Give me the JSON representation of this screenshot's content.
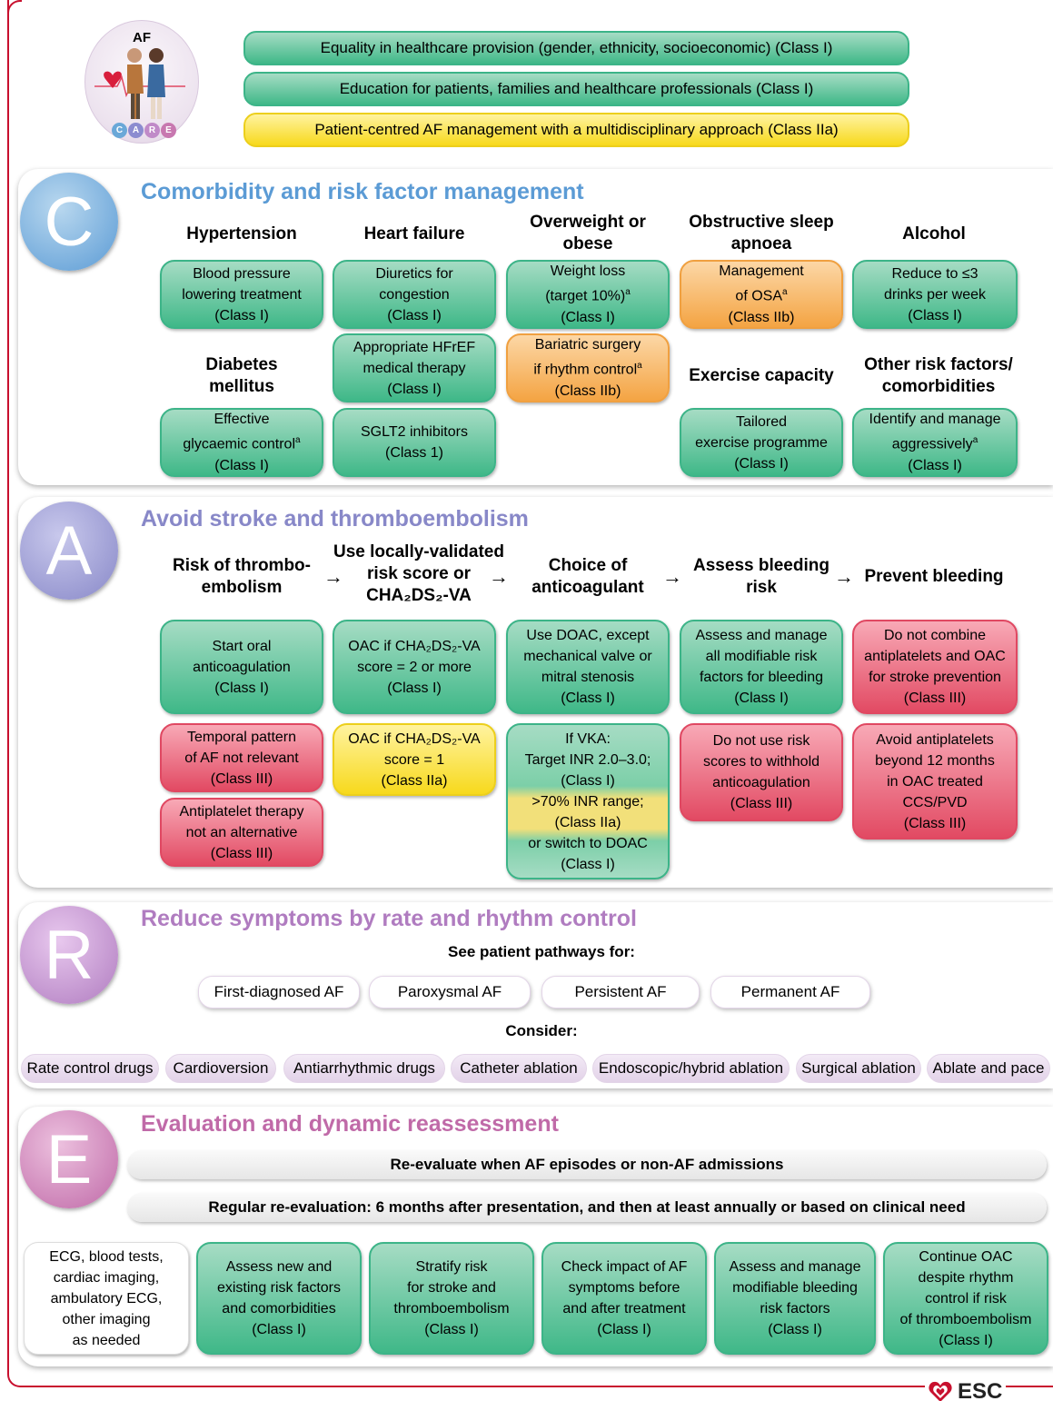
{
  "logo": {
    "label": "AF",
    "care_letters": [
      "C",
      "A",
      "R",
      "E"
    ]
  },
  "principles": [
    {
      "text": "Equality in healthcare provision (gender, ethnicity, socioeconomic) (Class I)",
      "color": "green"
    },
    {
      "text": "Education for patients, families and healthcare professionals (Class I)",
      "color": "green"
    },
    {
      "text": "Patient-centred AF management with a multidisciplinary approach (Class IIa)",
      "color": "yellow"
    }
  ],
  "colors": {
    "green": "#3cb488",
    "yellow": "#f7d91c",
    "orange": "#f4a443",
    "red": "#e24a63",
    "frame": "#c8102e",
    "c_title": "#5b9bd5",
    "a_title": "#8888c8",
    "r_title": "#b07cc0",
    "e_title": "#c06aa8"
  },
  "sections": {
    "c": {
      "letter": "C",
      "title": "Comorbidity and risk factor management",
      "heads": [
        "Hypertension",
        "Heart failure",
        "Overweight or obese",
        "Obstructive sleep apnoea",
        "Alcohol",
        "Diabetes mellitus",
        "Exercise capacity",
        "Other risk factors/ comorbidities"
      ],
      "boxes": [
        {
          "l1": "Blood pressure",
          "l2": "lowering treatment",
          "l3": "(Class I)"
        },
        {
          "l1": "Diuretics for",
          "l2": "congestion",
          "l3": "(Class I)"
        },
        {
          "l1": "Weight loss",
          "l2": "(target 10%)",
          "sup": "a",
          "l3": "(Class I)"
        },
        {
          "l1": "Management",
          "l2": "of OSA",
          "sup": "a",
          "l3": "(Class IIb)"
        },
        {
          "l1": "Reduce to ≤3",
          "l2": "drinks per week",
          "l3": "(Class I)"
        },
        {
          "l1": "Appropriate HFrEF",
          "l2": "medical therapy",
          "l3": "(Class I)"
        },
        {
          "l1": "Bariatric surgery",
          "l2": "if rhythm control",
          "sup": "a",
          "l3": "(Class IIb)"
        },
        {
          "l1": "Effective",
          "l2": "glycaemic control",
          "sup": "a",
          "l3": "(Class I)"
        },
        {
          "l1": "SGLT2 inhibitors",
          "l2": "(Class 1)"
        },
        {
          "l1": "Tailored",
          "l2": "exercise programme",
          "l3": "(Class I)"
        },
        {
          "l1": "Identify and manage",
          "l2": "aggressively",
          "sup": "a",
          "l3": "(Class I)"
        }
      ]
    },
    "a": {
      "letter": "A",
      "title": "Avoid stroke and thromboembolism",
      "heads": [
        "Risk of thrombo- embolism",
        "Use locally-validated risk score or CHA₂DS₂-VA",
        "Choice of anticoagulant",
        "Assess bleeding risk",
        "Prevent bleeding"
      ],
      "arrow": "→",
      "boxes": [
        {
          "l1": "Start oral",
          "l2": "anticoagulation",
          "l3": "(Class I)"
        },
        {
          "l1": "OAC if CHA₂DS₂-VA",
          "l2": "score = 2 or more",
          "l3": "(Class I)"
        },
        {
          "l1": "Use DOAC, except",
          "l2": "mechanical valve or",
          "l3": "mitral stenosis",
          "l4": "(Class I)"
        },
        {
          "l1": "Assess and manage",
          "l2": "all modifiable risk",
          "l3": "factors for bleeding",
          "l4": "(Class I)"
        },
        {
          "l1": "Do not combine",
          "l2": "antiplatelets and OAC",
          "l3": "for stroke prevention",
          "l4": "(Class III)"
        },
        {
          "l1": "Temporal pattern",
          "l2": "of AF not relevant",
          "l3": "(Class III)"
        },
        {
          "l1": "OAC if CHA₂DS₂-VA",
          "l2": "score = 1",
          "l3": "(Class IIa)"
        },
        {
          "l1": "If VKA:",
          "l2": "Target INR 2.0–3.0;",
          "l3": "(Class I)",
          "l4": ">70% INR range;",
          "l5": "(Class IIa)",
          "l6": "or switch to DOAC",
          "l7": "(Class I)"
        },
        {
          "l1": "Do not use risk",
          "l2": "scores to withhold",
          "l3": "anticoagulation",
          "l4": "(Class III)"
        },
        {
          "l1": "Avoid antiplatelets",
          "l2": "beyond 12 months",
          "l3": "in OAC treated",
          "l4": "CCS/PVD",
          "l5": "(Class III)"
        },
        {
          "l1": "Antiplatelet therapy",
          "l2": "not an alternative",
          "l3": "(Class III)"
        }
      ]
    },
    "r": {
      "letter": "R",
      "title": "Reduce symptoms by rate and rhythm control",
      "see": "See patient pathways for:",
      "pathways": [
        "First-diagnosed AF",
        "Paroxysmal AF",
        "Persistent AF",
        "Permanent AF"
      ],
      "consider": "Consider:",
      "options": [
        "Rate control drugs",
        "Cardioversion",
        "Antiarrhythmic drugs",
        "Catheter ablation",
        "Endoscopic/hybrid ablation",
        "Surgical ablation",
        "Ablate and pace"
      ]
    },
    "e": {
      "letter": "E",
      "title": "Evaluation and dynamic reassessment",
      "bar1": "Re-evaluate when AF episodes or non-AF admissions",
      "bar2": "Regular re-evaluation: 6 months after presentation, and then at least annually or based on clinical need",
      "boxes": [
        {
          "l1": "ECG, blood tests,",
          "l2": "cardiac imaging,",
          "l3": "ambulatory ECG,",
          "l4": "other imaging",
          "l5": "as needed"
        },
        {
          "l1": "Assess new and",
          "l2": "existing risk factors",
          "l3": "and comorbidities",
          "l4": "(Class I)"
        },
        {
          "l1": "Stratify risk",
          "l2": "for stroke and",
          "l3": "thromboembolism",
          "l4": "(Class I)"
        },
        {
          "l1": "Check impact of AF",
          "l2": "symptoms before",
          "l3": "and after treatment",
          "l4": "(Class I)"
        },
        {
          "l1": "Assess and manage",
          "l2": "modifiable bleeding",
          "l3": "risk factors",
          "l4": "(Class I)"
        },
        {
          "l1": "Continue OAC",
          "l2": "despite rhythm",
          "l3": "control if risk",
          "l4": "of thromboembolism",
          "l5": "(Class I)"
        }
      ]
    }
  },
  "footer": {
    "brand": "ESC"
  }
}
